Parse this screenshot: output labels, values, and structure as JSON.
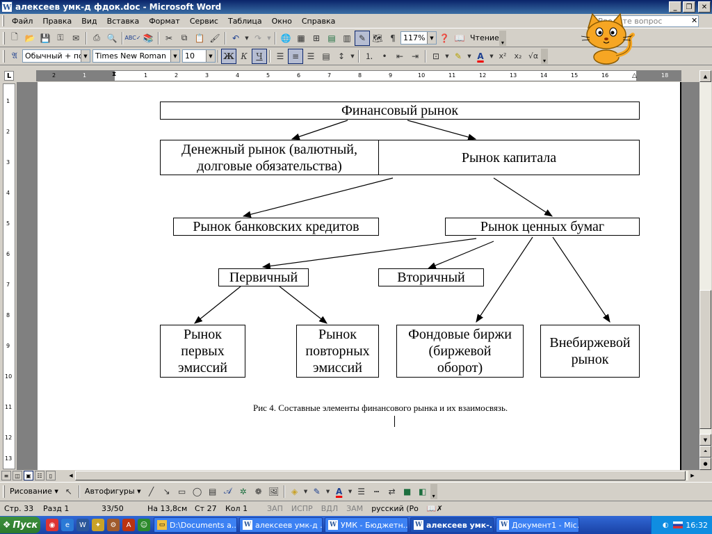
{
  "window": {
    "title": "алексеев умк-д  фдок.doc - Microsoft Word",
    "icon": "word-icon",
    "minimize": "_",
    "restore": "❐",
    "close": "✕"
  },
  "menu": {
    "items": [
      "Файл",
      "Правка",
      "Вид",
      "Вставка",
      "Формат",
      "Сервис",
      "Таблица",
      "Окно",
      "Справка"
    ],
    "ask_placeholder": "Введите вопрос",
    "close_doc": "✕"
  },
  "toolbar_standard": {
    "zoom": "117%",
    "reading_label": "Чтение"
  },
  "toolbar_format": {
    "style": "Обычный + пол",
    "font": "Times New Roman",
    "size": "10",
    "bold": "Ж",
    "italic": "К",
    "underline": "Ч"
  },
  "ruler": {
    "corner": "L",
    "h_numbers": [
      "2",
      "1",
      "1",
      "2",
      "3",
      "4",
      "5",
      "6",
      "7",
      "8",
      "9",
      "10",
      "11",
      "12",
      "13",
      "14",
      "15",
      "16",
      "18"
    ],
    "v_numbers": [
      "1",
      "2",
      "3",
      "4",
      "5",
      "6",
      "7",
      "8",
      "9",
      "10",
      "11",
      "12",
      "13"
    ]
  },
  "diagram": {
    "root": "Финансовый рынок",
    "money_market": [
      "Денежный рынок (валютный,",
      "долговые обязательства)"
    ],
    "capital_market": "Рынок капитала",
    "bank_credit": "Рынок банковских кредитов",
    "securities": "Рынок ценных бумаг",
    "primary": "Первичный",
    "secondary": "Вторичный",
    "first_issues": [
      "Рынок",
      "первых",
      "эмиссий"
    ],
    "repeat_issues": [
      "Рынок",
      "повторных",
      "эмиссий"
    ],
    "stock_exchanges": [
      "Фондовые биржи",
      "(биржевой",
      "оборот)"
    ],
    "otc": [
      "Внебиржевой",
      "рынок"
    ]
  },
  "caption": "Рис 4.  Составные элементы финансового рынка и их взаимосвязь.",
  "drawing_toolbar": {
    "drawing": "Рисование ▾",
    "autoshapes": "Автофигуры ▾"
  },
  "status": {
    "page": "Стр. 33",
    "section": "Разд 1",
    "pages": "33/50",
    "at": "На 13,8см",
    "line": "Ст 27",
    "col": "Кол 1",
    "rec": "ЗАП",
    "trk": "ИСПР",
    "ext": "ВДЛ",
    "ovr": "ЗАМ",
    "lang": "русский (Ро"
  },
  "taskbar": {
    "start": "Пуск",
    "tasks": [
      "D:\\Documents a...",
      "алексеев умк-д ...",
      "УМК - Бюджетн...",
      "алексеев умк-...",
      "Документ1 - Mic..."
    ],
    "clock": "16:32"
  }
}
